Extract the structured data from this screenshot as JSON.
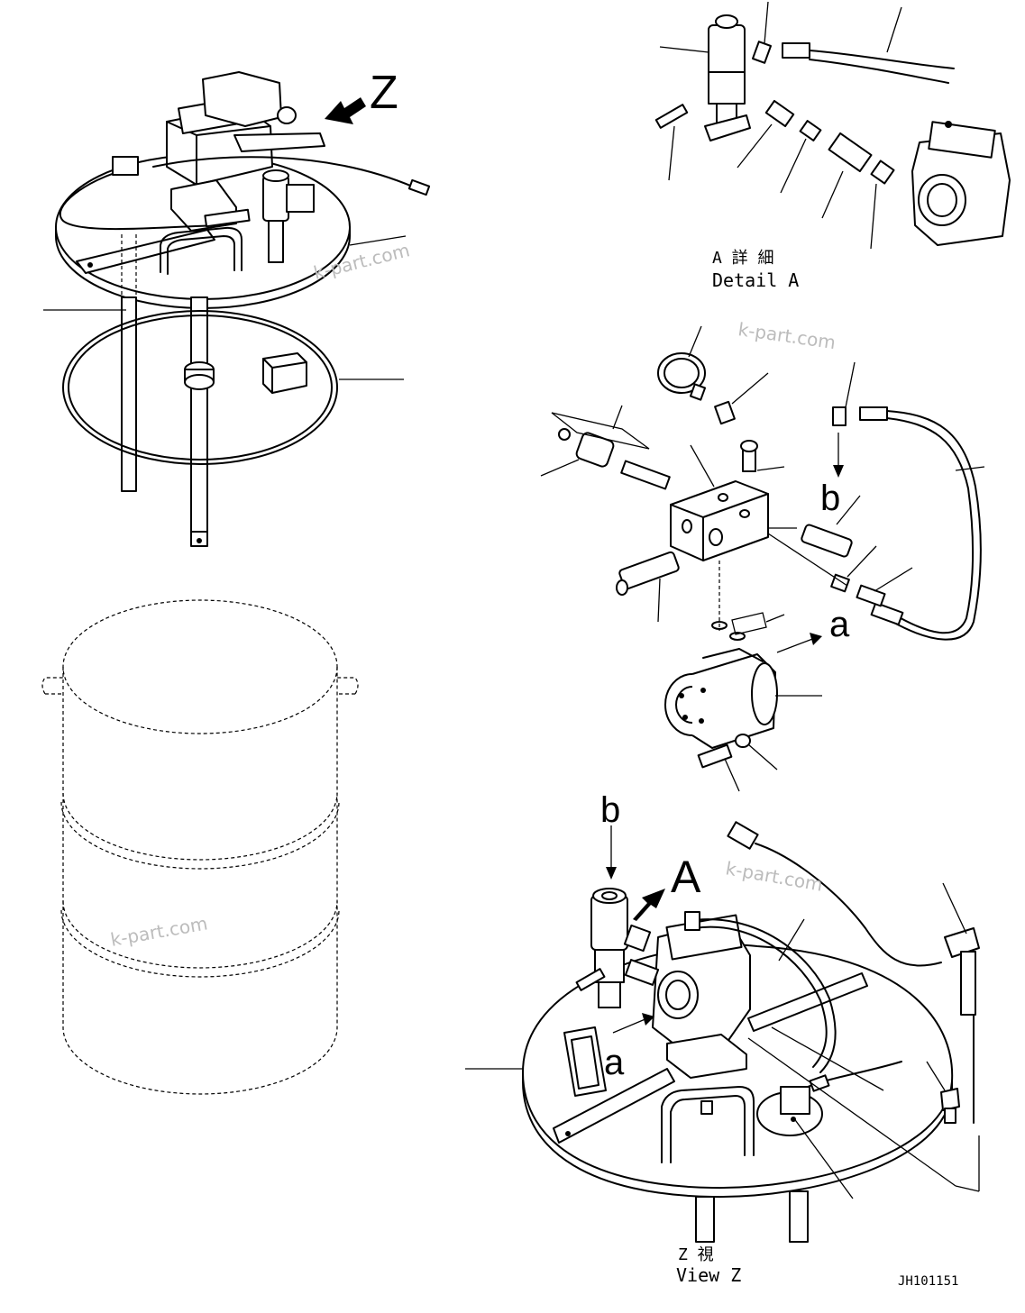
{
  "labels": {
    "view_letter_z": "Z",
    "detail_a_jp": "A 詳 細",
    "detail_a_en": "Detail A",
    "letter_b_mid": "b",
    "letter_a_mid": "a",
    "letter_b_low": "b",
    "letter_a_low": "A",
    "letter_a_small": "a",
    "view_z_jp": "Z  視",
    "view_z_en": "View Z",
    "drawing_number": "JH101151"
  },
  "watermarks": [
    "k-part.com",
    "k-part.com",
    "k-part.com",
    "k-part.com"
  ]
}
